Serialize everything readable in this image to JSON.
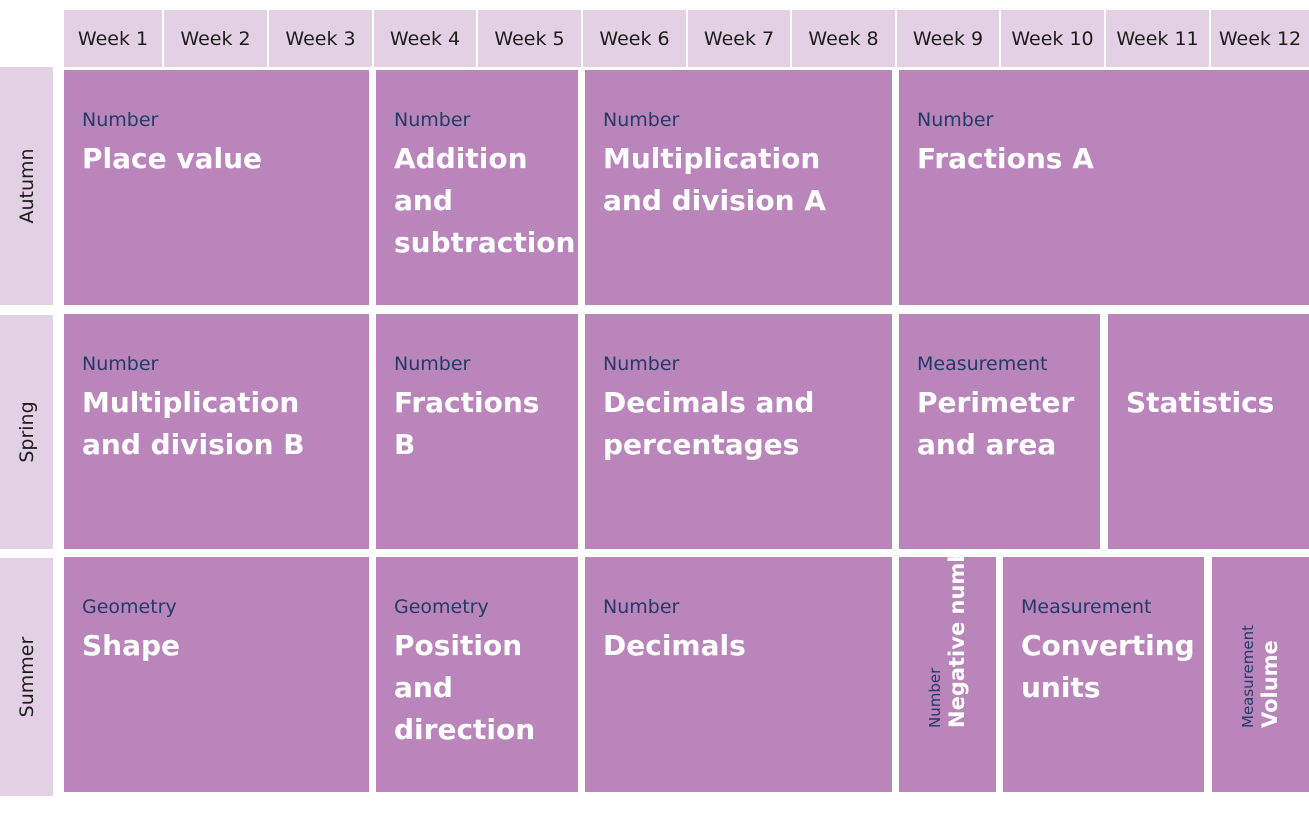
{
  "weeks": [
    "Week 1",
    "Week 2",
    "Week 3",
    "Week 4",
    "Week 5",
    "Week 6",
    "Week 7",
    "Week 8",
    "Week 9",
    "Week 10",
    "Week 11",
    "Week 12"
  ],
  "terms": [
    "Autumn",
    "Spring",
    "Summer"
  ],
  "blocks": {
    "autumn": [
      {
        "strand": "Number",
        "topic": "Place value"
      },
      {
        "strand": "Number",
        "topic": "Addition and subtraction"
      },
      {
        "strand": "Number",
        "topic": "Multiplication and division A"
      },
      {
        "strand": "Number",
        "topic": "Fractions A"
      }
    ],
    "spring": [
      {
        "strand": "Number",
        "topic": "Multiplication and division B"
      },
      {
        "strand": "Number",
        "topic": "Fractions B"
      },
      {
        "strand": "Number",
        "topic": "Decimals and percentages"
      },
      {
        "strand": "Measurement",
        "topic": "Perimeter and area"
      },
      {
        "strand": "",
        "topic": "Statistics"
      }
    ],
    "summer": [
      {
        "strand": "Geometry",
        "topic": "Shape"
      },
      {
        "strand": "Geometry",
        "topic": "Position and direction"
      },
      {
        "strand": "Number",
        "topic": "Decimals"
      },
      {
        "strand": "Number",
        "topic": "Negative numbers"
      },
      {
        "strand": "Measurement",
        "topic": "Converting units"
      },
      {
        "strand": "Measurement",
        "topic": "Volume"
      }
    ]
  },
  "colors": {
    "header_bg": "#e4d0e4",
    "block_bg": "#b985bb",
    "strand_text": "#253a66",
    "topic_text": "#ffffff"
  }
}
